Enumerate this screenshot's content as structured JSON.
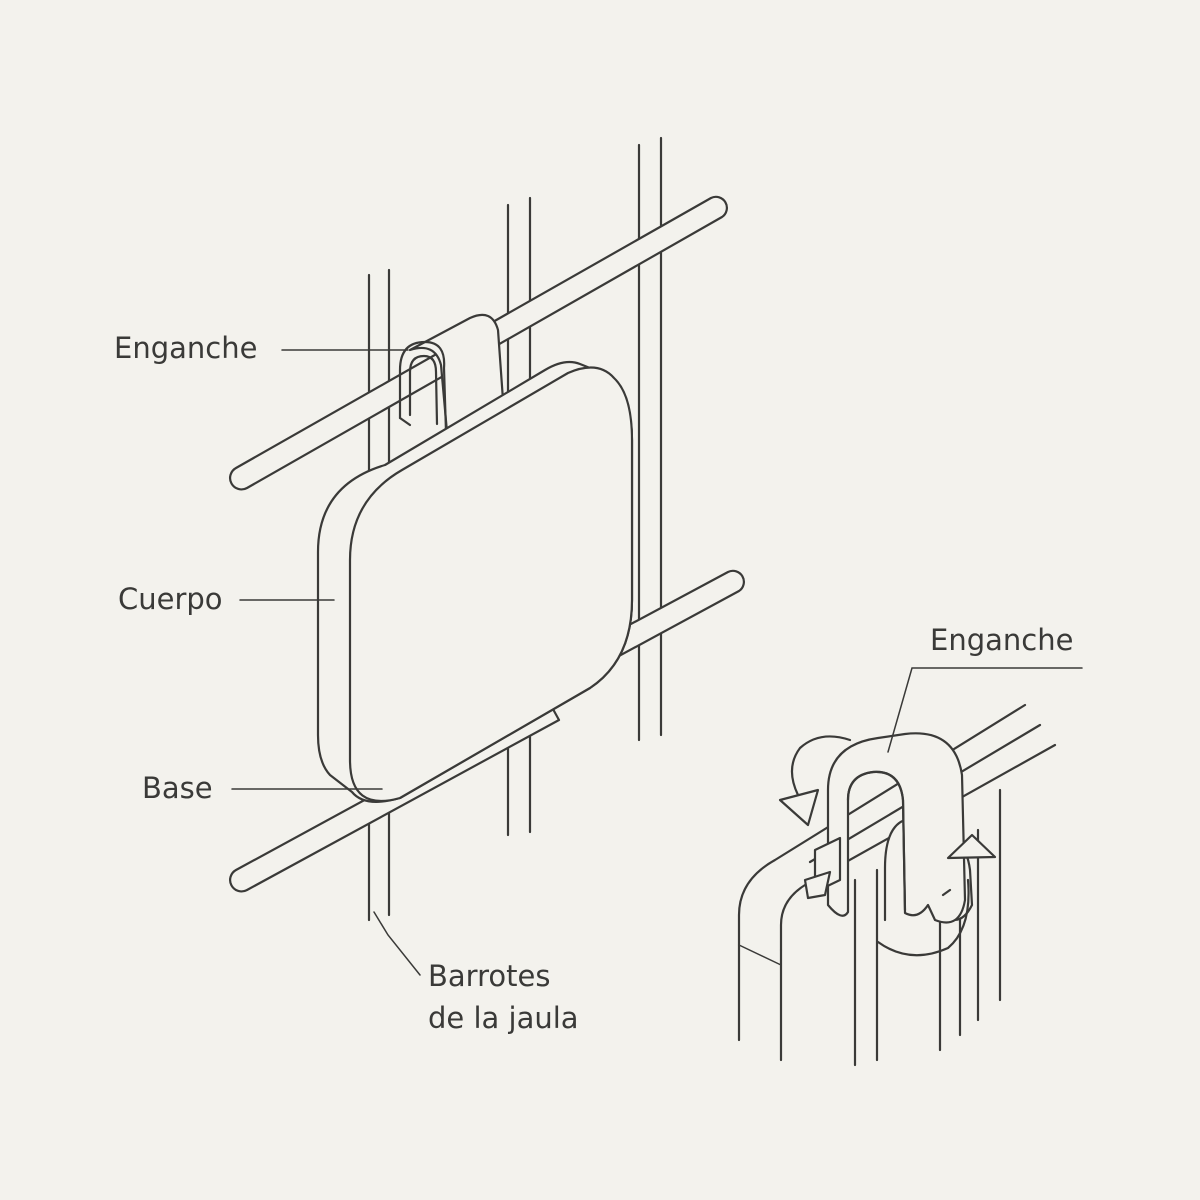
{
  "labels": {
    "hook": "Enganche",
    "body": "Cuerpo",
    "base": "Base",
    "bars_line1": "Barrotes",
    "bars_line2": "de la jaula",
    "detail_hook": "Enganche"
  },
  "colors": {
    "background": "#f3f2ed",
    "line": "#3a3a38"
  }
}
